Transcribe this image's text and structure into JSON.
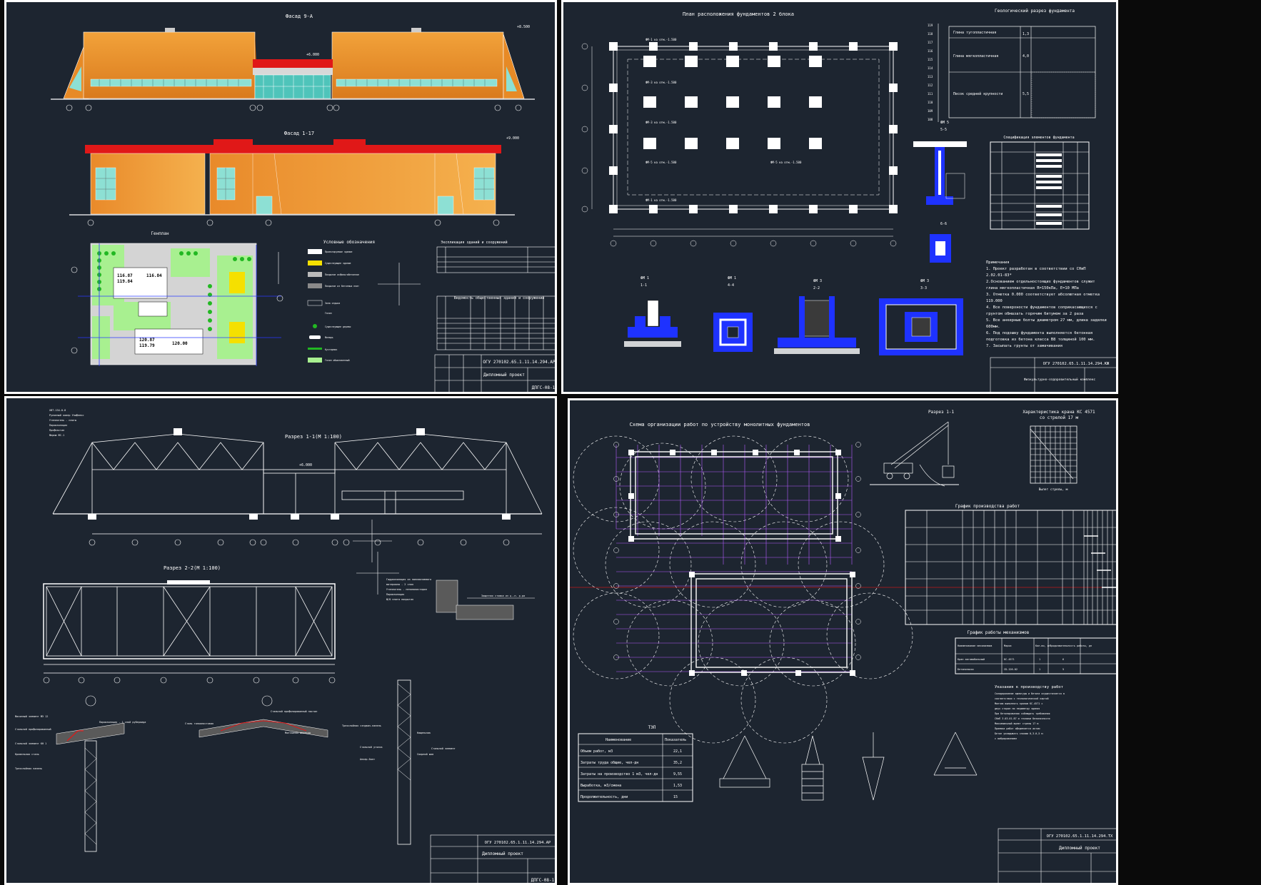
{
  "sheets": {
    "ar": {
      "facade_1": "Фасад 9-А",
      "facade_2": "Фасад 1-17",
      "site_plan": "Генплан",
      "legend_title": "Условные обозначения",
      "explication_title": "Экспликация зданий и сооружений",
      "vedomost_title": "Ведомость общественных зданий и сооружений",
      "stamp_code": "ОГУ 270102.65.1.11.14.294.АР",
      "stamp_project": "Дипломный проект",
      "stamp_sheet": "ДПГС-08-1",
      "elev_a": "116.87",
      "elev_b": "119.84",
      "elev_c": "116.84",
      "elev_d": "120.87",
      "elev_e": "119.79",
      "elev_f": "120.00"
    },
    "kzh": {
      "plan_title": "План расположения фундаментов 2 блока",
      "geo_title": "Геологический разрез фундамента",
      "geo_layers": [
        "Глина тугопластичная",
        "Глина мягкопластичная",
        "Песок средней крупности"
      ],
      "geo_thick": [
        "1,3",
        "4,0",
        "5,5"
      ],
      "geo_scale": [
        "119",
        "118",
        "117",
        "116",
        "115",
        "114",
        "113",
        "112",
        "111",
        "110",
        "109",
        "108"
      ],
      "spec_title": "Спецификация элементов фундамента",
      "notes_title": "Примечания",
      "notes": [
        "1. Проект разработан в соответствии со СНиП",
        "2.02.01-83*",
        "2.Основанием отдельностоящих фундаментов служит",
        "глина мягкопластичная R=150кПа, Е=10 МПа",
        "3. Отметка 0.000 соответствует абсолютная отметка",
        "119.000",
        "4. Все поверхности фундаментов соприкасающихся с",
        "грунтом обмазать горячим битумом за 2 раза",
        "5. Все анкерные болты диаметром 27 мм, длина заделки",
        "600мм.",
        "6. Под подошву фундамента выполняется бетонная",
        "подготовка из бетона класса В8 толщиной 100 мм.",
        "7. Засыпать грунты от замачивания"
      ],
      "sections": [
        "ФМ 1",
        "ФМ 1",
        "ФМ 3",
        "ФМ 3"
      ],
      "section_cuts": [
        "1-1",
        "4-4",
        "2-2",
        "3-3"
      ],
      "fm_labels": [
        "ФМ-1 на отм.-1.500",
        "ФМ-2 на отм.-1.500",
        "ФМ-3 на отм.-1.500",
        "ФМ-5 на отм.-1.500"
      ],
      "stamp_code": "ОГУ 270102.65.1.11.14.294.КЖ",
      "stamp_title": "Физкультурно-оздоровительный комплекс",
      "section_fm5": "ФМ 5",
      "section_55": "5-5",
      "section_66": "6-6"
    },
    "kr": {
      "section_1": "Разрез 1-1(М 1:100)",
      "section_2": "Разрез 2-2(М 1:100)",
      "elev_top": "+6.000",
      "stamp_code": "ОГУ 270102.65.1.11.14.294.АР",
      "stamp_project": "Дипломный проект",
      "stamp_sheet": "ДПГС-08-1",
      "node_note": "Пароизоляция - 1 слой рубероида",
      "node_label": "Стальной профилированный настил"
    },
    "tk": {
      "scheme_title": "Схема организации работ по устройству монолитных фундаментов",
      "section_title": "Разрез 1-1",
      "crane_title": "Характеристика крана КС 4571",
      "crane_sub": "со стрелой 17 м",
      "crane_x": "Вылет стрелы, м",
      "schedule_title": "График производства работ",
      "mech_title": "График работы механизмов",
      "tep_title": "ТЭП",
      "tep_rows": [
        [
          "Наименование",
          "Показатель"
        ],
        [
          "Объем работ, м3",
          "22,1"
        ],
        [
          "Затраты труда общие, чел-дн",
          "35,2"
        ],
        [
          "Затраты на производство 1 м3, чел-дн",
          "9,55"
        ],
        [
          "Выработка, м3/смена",
          "1,53"
        ],
        [
          "Продолжительность, дни",
          "15"
        ]
      ],
      "instructions_title": "Указания к производству работ",
      "mech_rows": [
        [
          "Наименование механизмов",
          "Марка",
          "Кол-во, шт",
          "Продолжительность работы, дн"
        ],
        [
          "Кран автомобильный",
          "КС-4571",
          "1",
          "6"
        ],
        [
          "Бетононасос",
          "СБ-126-02",
          "1",
          "5"
        ]
      ],
      "stamp_code": "ОГУ 270102.65.1.11.14.294.ТХ",
      "stamp_project": "Дипломный проект"
    }
  }
}
